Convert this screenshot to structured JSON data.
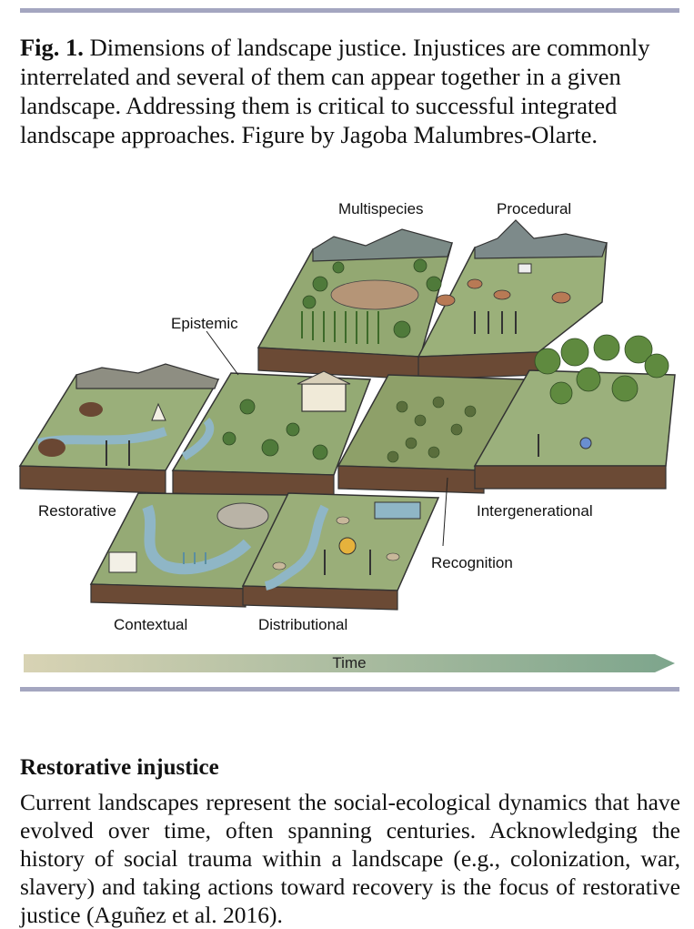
{
  "caption": {
    "label": "Fig. 1.",
    "text": "Dimensions of landscape justice. Injustices are commonly interrelated and several of them can appear together in a given landscape. Addressing them is critical to successful integrated landscape approaches. Figure by Jagoba Malumbres-Olarte."
  },
  "figure": {
    "labels": {
      "multispecies": "Multispecies",
      "procedural": "Procedural",
      "epistemic": "Epistemic",
      "restorative": "Restorative",
      "intergenerational": "Intergenerational",
      "recognition": "Recognition",
      "contextual": "Contextual",
      "distributional": "Distributional"
    },
    "time_label": "Time",
    "colors": {
      "grass": "#8fa36a",
      "soil": "#6b4a35",
      "water": "#8fb6c6",
      "tree": "#4f7a3a",
      "rule": "#a4a6c0"
    }
  },
  "section": {
    "title": "Restorative injustice",
    "body": "Current landscapes represent the social-ecological dynamics that have evolved over time, often spanning centuries. Acknowledging the history of social trauma within a landscape (e.g., colonization, war, slavery) and taking actions toward recovery is the focus of restorative justice (Aguñez et al. 2016)."
  }
}
